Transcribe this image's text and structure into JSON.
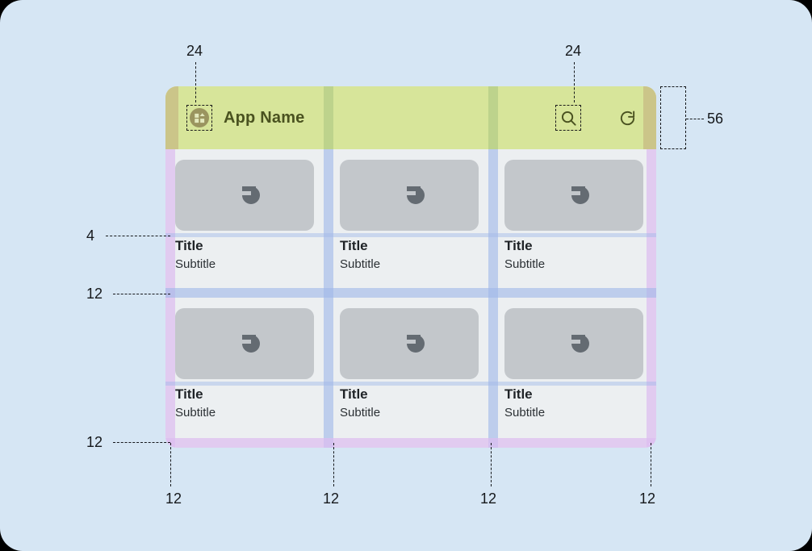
{
  "spec": {
    "type": "spacing-annotation-diagram",
    "description": "Material grid layout spec: app bar with 24dp icons and 56dp height, 2x3 card grid with 12dp gutters/margins and 4dp title gap",
    "canvas_bg": "#d6e6f4",
    "overlay_colors": {
      "appbar_green": "#d7e59a",
      "appbar_column_stripe": "#b9d08a",
      "appbar_padding_stripe": "#c9bf86",
      "padding_purple": "#dcbdf0",
      "gutter_blue": "#9fb8e8",
      "thumbnail_gray": "#c3c7cb",
      "content_bg": "#eceff1",
      "menu_badge": "#9a945f",
      "appbar_text": "#4a5220"
    }
  },
  "appbar": {
    "title": "App Name",
    "height_annotation": "56",
    "icons": [
      {
        "name": "menu-icon",
        "size_annotation": "24"
      },
      {
        "name": "search-icon",
        "size_annotation": "24"
      },
      {
        "name": "refresh-icon"
      }
    ]
  },
  "cards": [
    {
      "title": "Title",
      "subtitle": "Subtitle"
    },
    {
      "title": "Title",
      "subtitle": "Subtitle"
    },
    {
      "title": "Title",
      "subtitle": "Subtitle"
    },
    {
      "title": "Title",
      "subtitle": "Subtitle"
    },
    {
      "title": "Title",
      "subtitle": "Subtitle"
    },
    {
      "title": "Title",
      "subtitle": "Subtitle"
    }
  ],
  "annotations": {
    "menu_icon_size": "24",
    "search_icon_size": "24",
    "appbar_height": "56",
    "title_gap": "4",
    "row_gutter": "12",
    "bottom_padding": "12",
    "bottom_marks": [
      "12",
      "12",
      "12",
      "12"
    ]
  }
}
